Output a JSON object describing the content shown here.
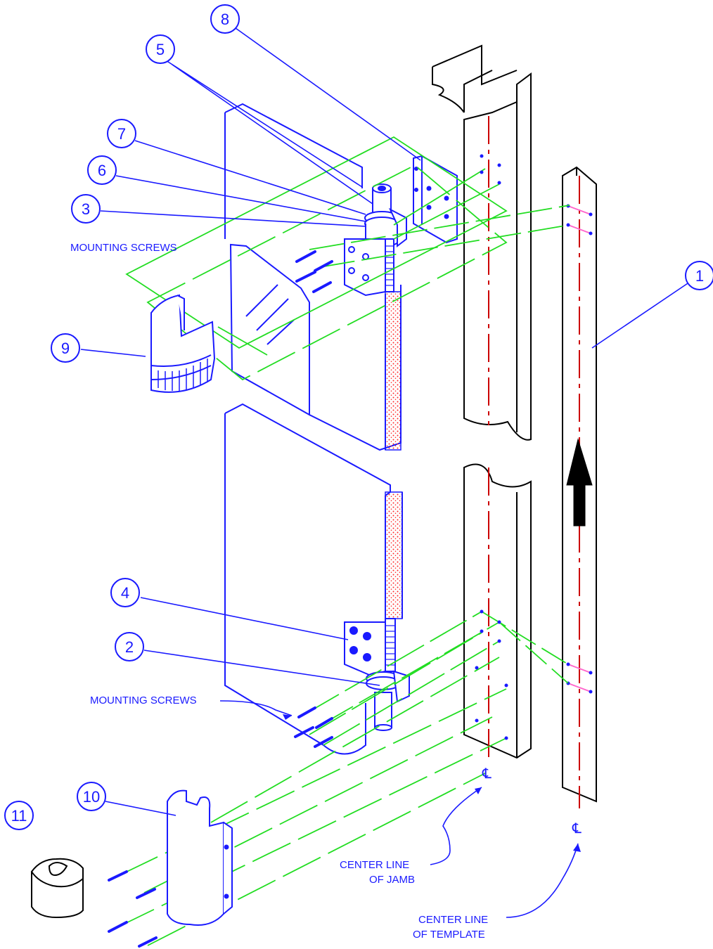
{
  "callouts": [
    {
      "id": "c1",
      "text": "1"
    },
    {
      "id": "c2",
      "text": "2"
    },
    {
      "id": "c3",
      "text": "3"
    },
    {
      "id": "c4",
      "text": "4"
    },
    {
      "id": "c5",
      "text": "5"
    },
    {
      "id": "c6",
      "text": "6"
    },
    {
      "id": "c7",
      "text": "7"
    },
    {
      "id": "c8",
      "text": "8"
    },
    {
      "id": "c9",
      "text": "9"
    },
    {
      "id": "c10",
      "text": "10"
    },
    {
      "id": "c11",
      "text": "11"
    }
  ],
  "labels": {
    "mounting_screws_top": "MOUNTING SCREWS",
    "mounting_screws_bottom": "MOUNTING SCREWS",
    "center_line_jamb_1": "CENTER LINE",
    "center_line_jamb_2": "OF JAMB",
    "center_line_template_1": "CENTER LINE",
    "center_line_template_2": "OF TEMPLATE",
    "cl_symbol_jamb": "℄",
    "cl_symbol_template": "℄"
  },
  "colors": {
    "outline_blue": "#1a1aff",
    "leader_blue": "#1a1aff",
    "screw_line_green": "#22dd22",
    "center_line_red": "#cc0000",
    "jamb_outline_black": "#000000",
    "weatherstrip_red": "#ff2a2a",
    "template_hole_pink": "#ff66cc"
  }
}
